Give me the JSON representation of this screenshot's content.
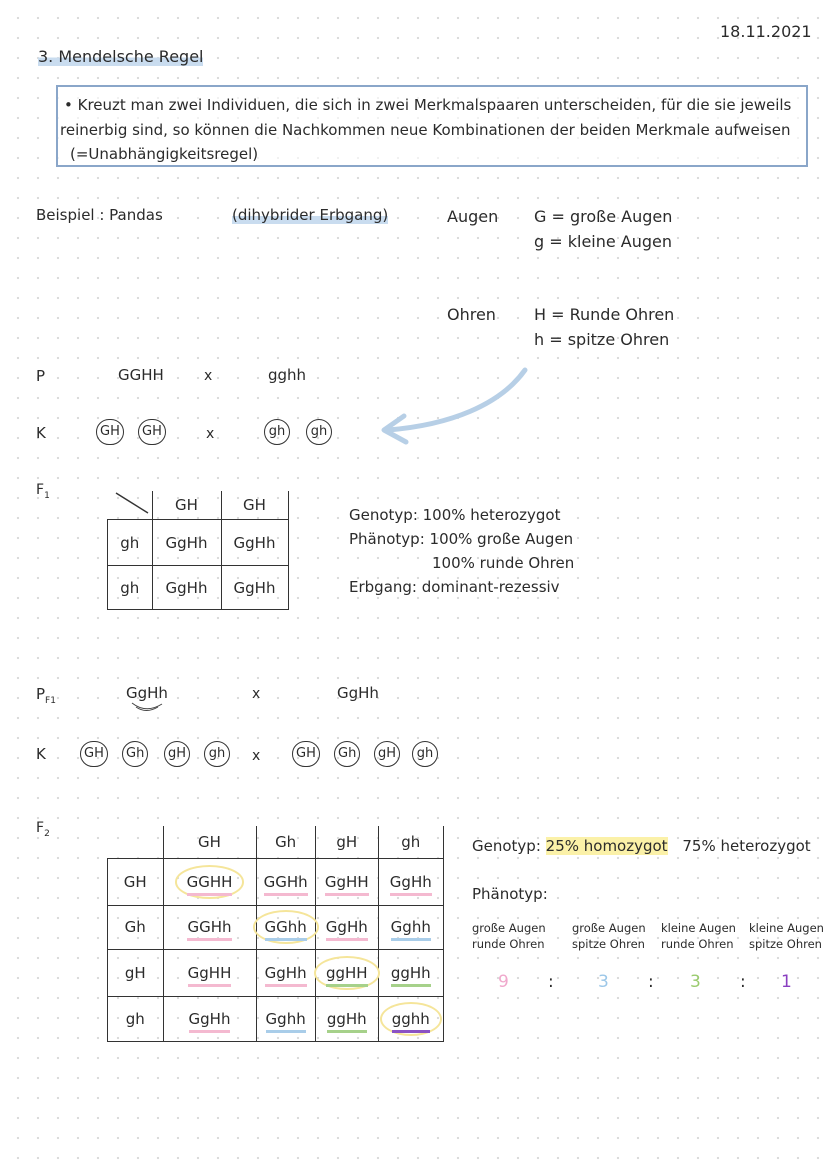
{
  "date": "18.11.2021",
  "heading": "3. Mendelsche Regel",
  "rule": {
    "line1": "• Kreuzt man zwei Individuen, die sich in zwei Merkmalspaaren unterscheiden, für die sie jeweils",
    "line2": "reinerbig sind, so können die Nachkommen neue Kombinationen der beiden Merkmale aufweisen",
    "line3": "(=Unabhängigkeitsregel)"
  },
  "example": {
    "label": "Beispiel : Pandas",
    "type": "(dihybrider Erbgang)",
    "augen_label": "Augen",
    "augen_G": "G = große Augen",
    "augen_g": "g = kleine Augen",
    "ohren_label": "Ohren",
    "ohren_H": "H = Runde Ohren",
    "ohren_h": "h = spitze Ohren"
  },
  "p_cross": {
    "p_label": "P",
    "parent1": "GGHH",
    "x": "x",
    "parent2": "gghh",
    "k_label": "K",
    "gametes1": [
      "GH",
      "GH"
    ],
    "gametes2": [
      "gh",
      "gh"
    ]
  },
  "f1": {
    "label": "F1",
    "header": [
      "GH",
      "GH"
    ],
    "rows": [
      {
        "head": "gh",
        "cells": [
          "GgHh",
          "GgHh"
        ]
      },
      {
        "head": "gh",
        "cells": [
          "GgHh",
          "GgHh"
        ]
      }
    ],
    "genotyp": "Genotyp: 100% heterozygot",
    "phaenotyp": "Phänotyp: 100% große Augen",
    "phaenotyp2": "100% runde Ohren",
    "erbgang": "Erbgang: dominant-rezessiv"
  },
  "pf1_cross": {
    "p_label": "P",
    "p_sub": "F1",
    "parent1": "GgHh",
    "x": "x",
    "parent2": "GgHh",
    "k_label": "K",
    "gametes1": [
      "GH",
      "Gh",
      "gH",
      "gh"
    ],
    "gametes2": [
      "GH",
      "Gh",
      "gH",
      "gh"
    ]
  },
  "f2": {
    "label": "F2",
    "header": [
      "GH",
      "Gh",
      "gH",
      "gh"
    ],
    "rows": [
      {
        "head": "GH",
        "cells": [
          "GGHH",
          "GGHh",
          "GgHH",
          "GgHh"
        ]
      },
      {
        "head": "Gh",
        "cells": [
          "GGHh",
          "GGhh",
          "GgHh",
          "Gghh"
        ]
      },
      {
        "head": "gH",
        "cells": [
          "GgHH",
          "GgHh",
          "ggHH",
          "ggHh"
        ]
      },
      {
        "head": "gh",
        "cells": [
          "GgHh",
          "Gghh",
          "ggHh",
          "gghh"
        ]
      }
    ],
    "genotyp_label": "Genotyp:",
    "homo": "25% homozygot",
    "hetero": "75% heterozygot",
    "phaenotyp_label": "Phänotyp:",
    "phenotypes": [
      {
        "l1": "große Augen",
        "l2": "runde Ohren",
        "ratio": "9",
        "color": "#f0a8cc"
      },
      {
        "l1": "große Augen",
        "l2": "spitze Ohren",
        "ratio": "3",
        "color": "#9cc7e8"
      },
      {
        "l1": "kleine Augen",
        "l2": "runde Ohren",
        "ratio": "3",
        "color": "#9acb6e"
      },
      {
        "l1": "kleine Augen",
        "l2": "spitze Ohren",
        "ratio": "1",
        "color": "#8a3fc0"
      }
    ],
    "colon": ":"
  }
}
